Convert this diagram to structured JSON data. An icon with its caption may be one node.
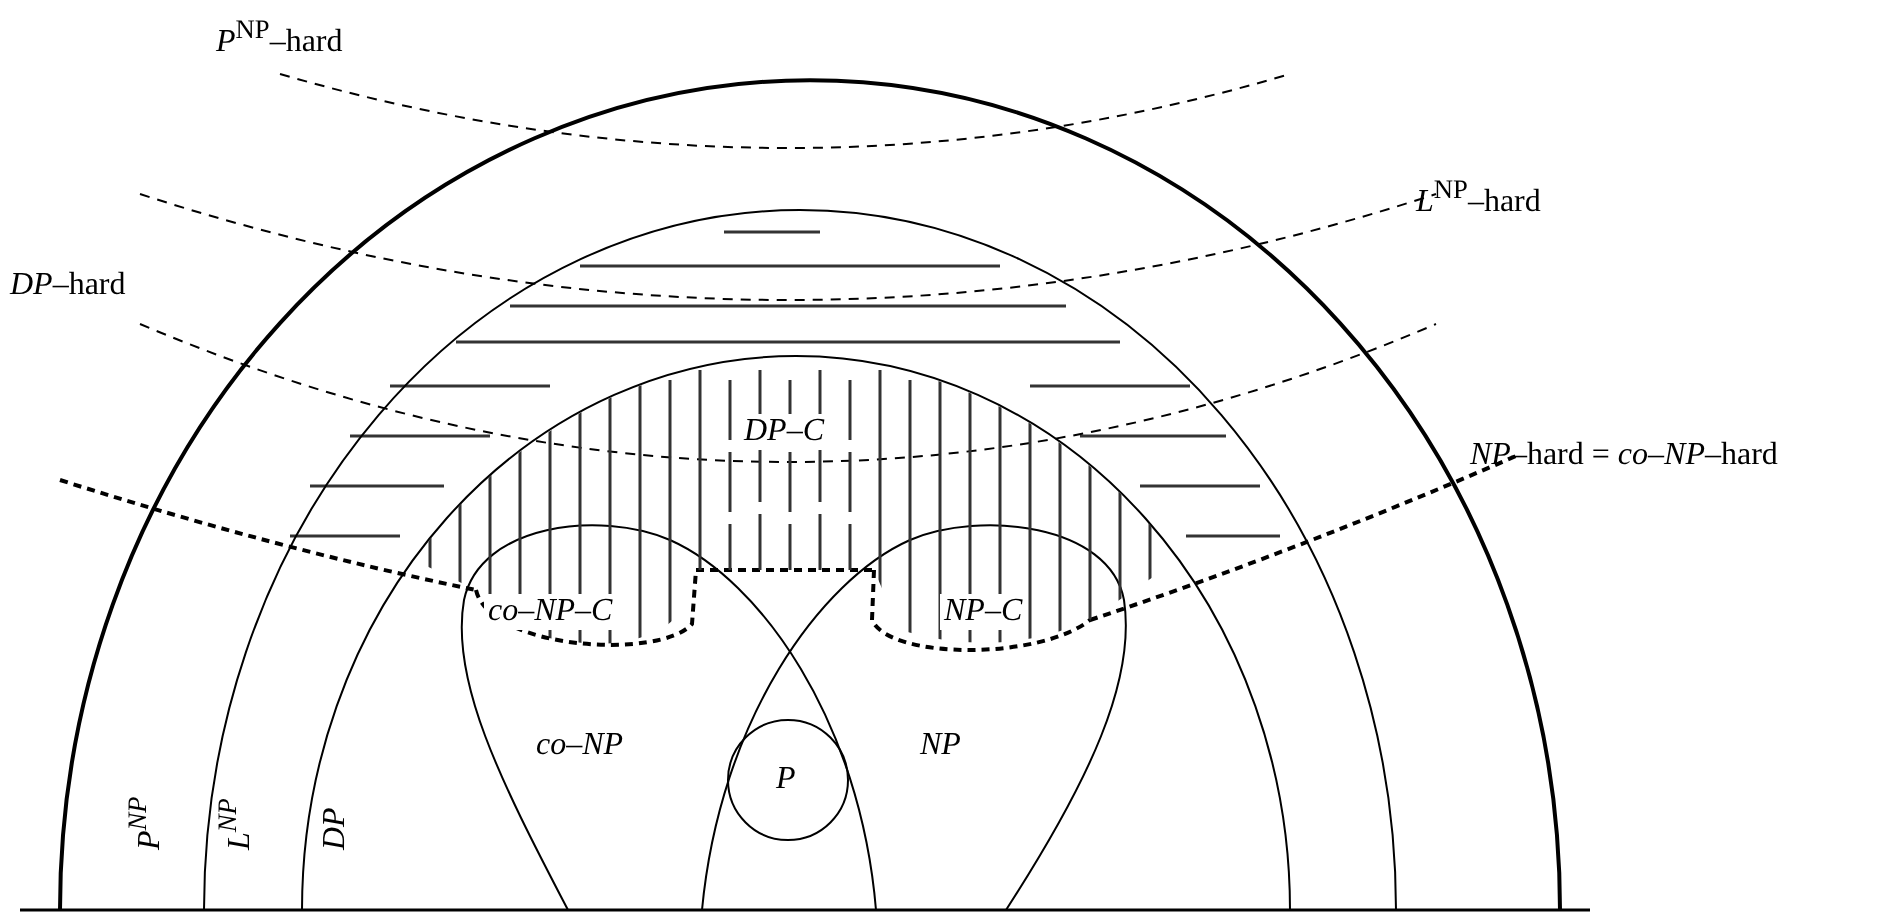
{
  "diagram": {
    "nodes": [
      {
        "text": [
          "P$^{NP}$"
        ]
      },
      {
        "text": [
          "L$^{NP}$"
        ],
        "in": 0
      },
      {
        "text": [
          "DP"
        ],
        "in": 1
      },
      {
        "text": [
          "co–NP"
        ],
        "in": 2
      },
      {
        "text": [
          "NP"
        ],
        "in": 2
      },
      {
        "text": [
          "P"
        ]
      },
      {
        "text": [
          "DP–C"
        ],
        "in": 2
      },
      {
        "text": [
          "co–NP–C"
        ]
      },
      {
        "text": [
          "NP–C"
        ]
      }
    ],
    "edges": [],
    "labels": [
      "*P*$^{NP}$–hard",
      "*L*$^{NP}$–hard",
      "*DP*–hard",
      "*NP*–hard = *co*–*NP*–hard"
    ]
  }
}
